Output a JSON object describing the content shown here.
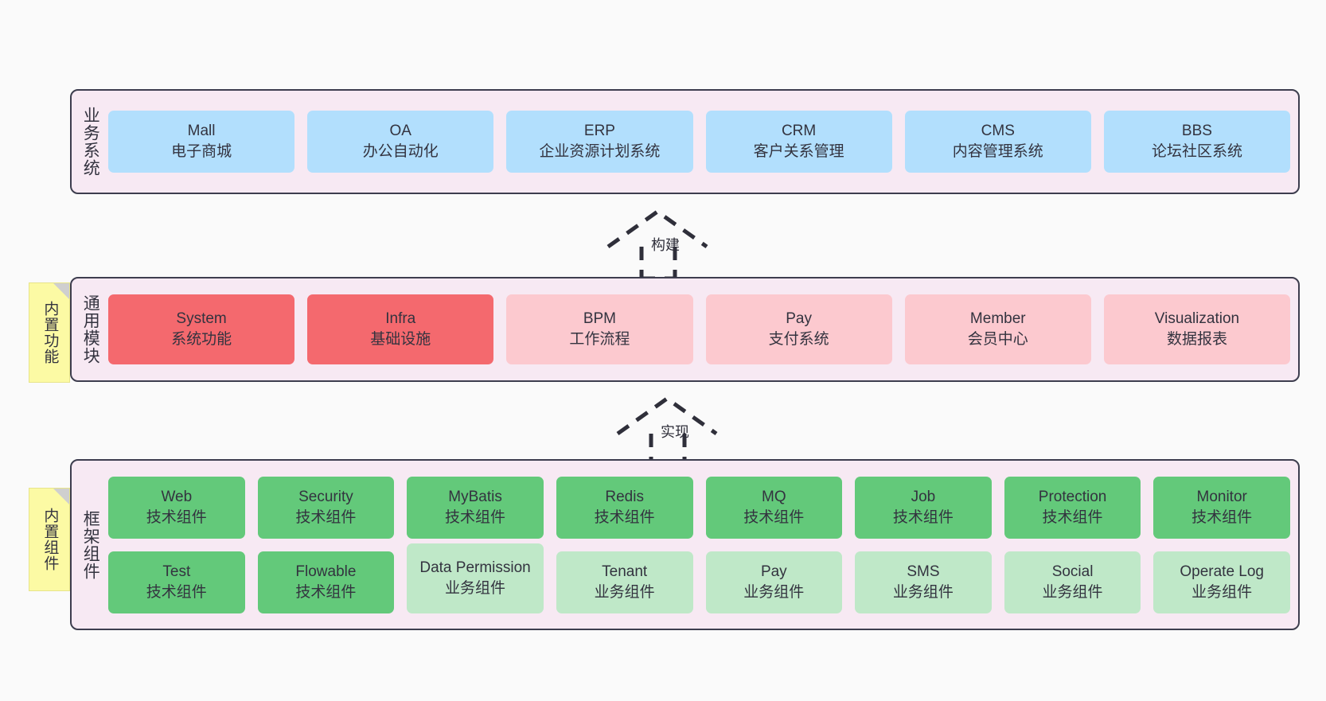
{
  "diagram": {
    "background": "#fafafa",
    "container_fill": "#f7e9f3",
    "container_stroke": "#3d3d4e",
    "note_fill": "#fcfaa4",
    "colors": {
      "business": "#b2dffd",
      "core_strong": "#f4696e",
      "core_soft": "#fcc9cf",
      "tech_component": "#63c97a",
      "biz_component": "#bfe8c8"
    }
  },
  "layers": [
    {
      "id": "business-system",
      "title": "业务系统",
      "nodes": [
        {
          "name": "Mall",
          "desc": "电子商城"
        },
        {
          "name": "OA",
          "desc": "办公自动化"
        },
        {
          "name": "ERP",
          "desc": "企业资源计划系统"
        },
        {
          "name": "CRM",
          "desc": "客户关系管理"
        },
        {
          "name": "CMS",
          "desc": "内容管理系统"
        },
        {
          "name": "BBS",
          "desc": "论坛社区系统"
        }
      ]
    },
    {
      "id": "common-module",
      "title": "通用模块",
      "note": "内置功能",
      "nodes": [
        {
          "name": "System",
          "desc": "系统功能",
          "style": "strong"
        },
        {
          "name": "Infra",
          "desc": "基础设施",
          "style": "strong"
        },
        {
          "name": "BPM",
          "desc": "工作流程",
          "style": "soft"
        },
        {
          "name": "Pay",
          "desc": "支付系统",
          "style": "soft"
        },
        {
          "name": "Member",
          "desc": "会员中心",
          "style": "soft"
        },
        {
          "name": "Visualization",
          "desc": "数据报表",
          "style": "soft"
        }
      ]
    },
    {
      "id": "framework-component",
      "title": "框架组件",
      "note": "内置组件",
      "rows": [
        [
          {
            "name": "Web",
            "desc": "技术组件"
          },
          {
            "name": "Security",
            "desc": "技术组件"
          },
          {
            "name": "MyBatis",
            "desc": "技术组件"
          },
          {
            "name": "Redis",
            "desc": "技术组件"
          },
          {
            "name": "MQ",
            "desc": "技术组件"
          },
          {
            "name": "Job",
            "desc": "技术组件"
          },
          {
            "name": "Protection",
            "desc": "技术组件"
          },
          {
            "name": "Monitor",
            "desc": "技术组件"
          }
        ],
        [
          {
            "name": "Test",
            "desc": "技术组件",
            "style": "tech"
          },
          {
            "name": "Flowable",
            "desc": "技术组件",
            "style": "tech"
          },
          {
            "name": "Data Permission",
            "desc": "业务组件",
            "style": "biz"
          },
          {
            "name": "Tenant",
            "desc": "业务组件",
            "style": "biz"
          },
          {
            "name": "Pay",
            "desc": "业务组件",
            "style": "biz"
          },
          {
            "name": "SMS",
            "desc": "业务组件",
            "style": "biz"
          },
          {
            "name": "Social",
            "desc": "业务组件",
            "style": "biz"
          },
          {
            "name": "Operate Log",
            "desc": "业务组件",
            "style": "biz"
          }
        ]
      ]
    }
  ],
  "connectors": [
    {
      "id": "build",
      "label": "构建",
      "from": "common-module",
      "to": "business-system"
    },
    {
      "id": "implement",
      "label": "实现",
      "from": "framework-component",
      "to": "common-module"
    }
  ]
}
